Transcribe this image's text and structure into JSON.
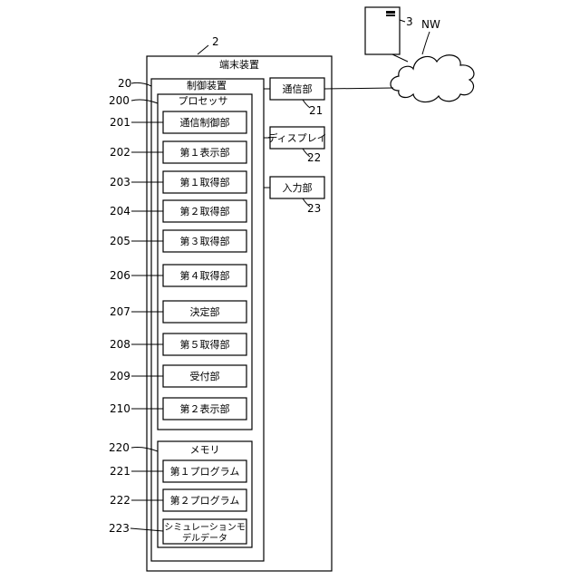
{
  "terminal": {
    "label": "端末装置",
    "ref": "2"
  },
  "server": {
    "ref": "3"
  },
  "network": {
    "label": "NW"
  },
  "control": {
    "label": "制御装置",
    "ref": "20"
  },
  "processor": {
    "label": "プロセッサ",
    "ref": "200"
  },
  "processor_units": [
    {
      "label": "通信制御部",
      "ref": "201"
    },
    {
      "label": "第１表示部",
      "ref": "202"
    },
    {
      "label": "第１取得部",
      "ref": "203"
    },
    {
      "label": "第２取得部",
      "ref": "204"
    },
    {
      "label": "第３取得部",
      "ref": "205"
    },
    {
      "label": "第４取得部",
      "ref": "206"
    },
    {
      "label": "決定部",
      "ref": "207"
    },
    {
      "label": "第５取得部",
      "ref": "208"
    },
    {
      "label": "受付部",
      "ref": "209"
    },
    {
      "label": "第２表示部",
      "ref": "210"
    }
  ],
  "memory": {
    "label": "メモリ",
    "ref": "220"
  },
  "memory_units": [
    {
      "label": "第１プログラム",
      "ref": "221"
    },
    {
      "label": "第２プログラム",
      "ref": "222"
    },
    {
      "label_line1": "シミュレーションモ",
      "label_line2": "デルデータ",
      "ref": "223"
    }
  ],
  "side_units": [
    {
      "label": "通信部",
      "ref": "21"
    },
    {
      "label": "ディスプレイ",
      "ref": "22"
    },
    {
      "label": "入力部",
      "ref": "23"
    }
  ]
}
